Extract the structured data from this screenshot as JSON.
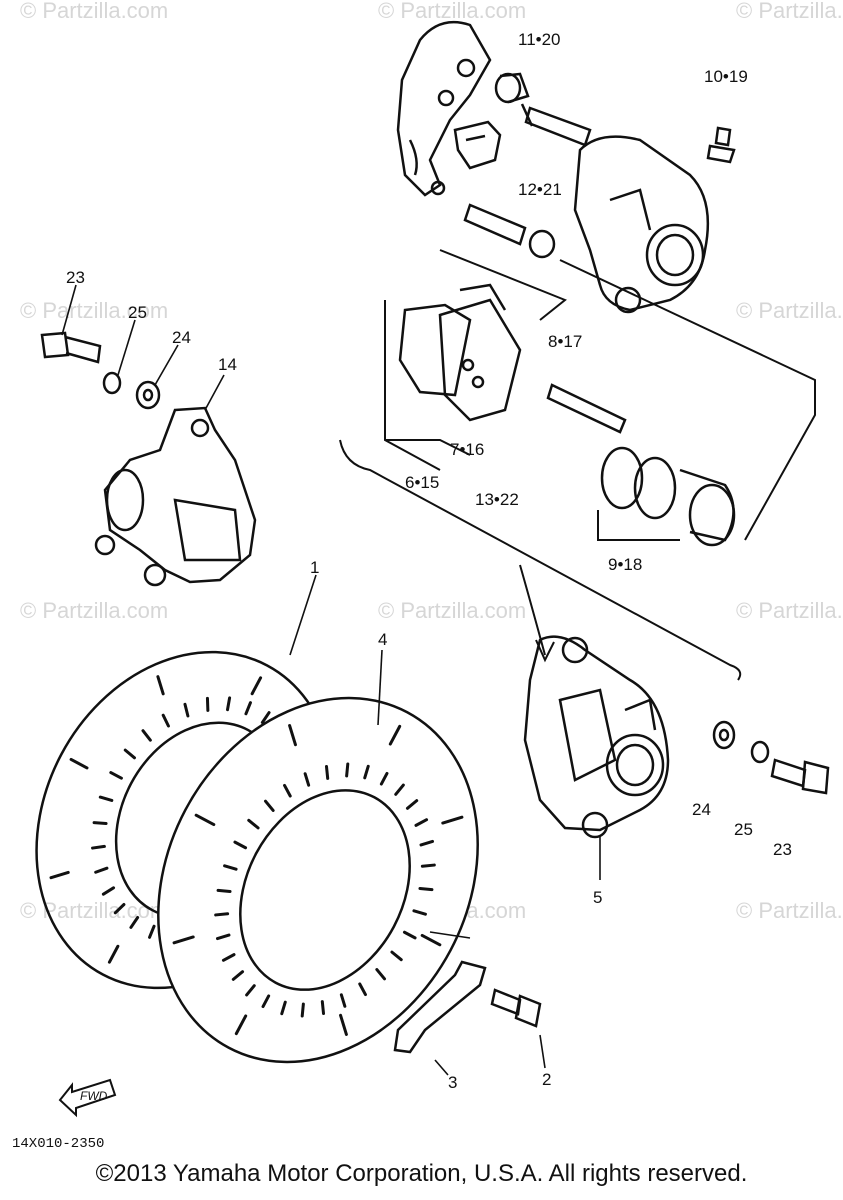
{
  "watermark": "© Partzilla.com",
  "diagram_code": "14X010-2350",
  "fwd_label": "FWD",
  "copyright": "©2013 Yamaha Motor Corporation, U.S.A. All rights reserved.",
  "labels": {
    "l11_20": "11•20",
    "l10_19": "10•19",
    "l12_21": "12•21",
    "l23a": "23",
    "l25a": "25",
    "l24a": "24",
    "l14": "14",
    "l8_17": "8•17",
    "l7_16": "7•16",
    "l6_15": "6•15",
    "l13_22": "13•22",
    "l9_18": "9•18",
    "l1": "1",
    "l4": "4",
    "l5": "5",
    "l24b": "24",
    "l25b": "25",
    "l23b": "23",
    "l2": "2",
    "l3": "3"
  }
}
